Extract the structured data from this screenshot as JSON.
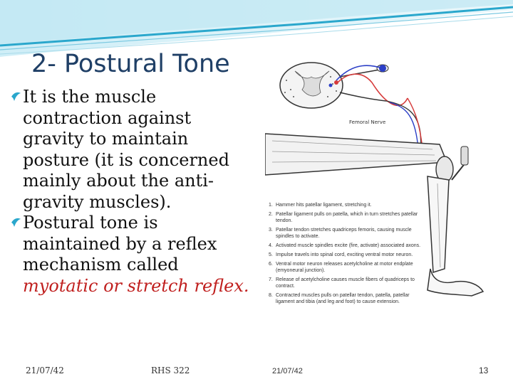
{
  "slide": {
    "title": "2- Postural Tone",
    "paragraph1": "It is the muscle contraction against gravity to maintain posture (it is concerned mainly about the anti-gravity muscles).",
    "paragraph2_plain": "Postural tone is maintained by a reflex mechanism called ",
    "paragraph2_highlight": "myotatic or stretch reflex."
  },
  "figure": {
    "nerve_label": "Femoral Nerve",
    "steps": [
      {
        "num": "1.",
        "text": "Hammer hits patellar ligament, stretching it."
      },
      {
        "num": "2.",
        "text": "Patellar ligament pulls on patella, which in turn stretches patellar tendon."
      },
      {
        "num": "3.",
        "text": "Patellar tendon stretches quadriceps femoris, causing muscle spindles to activate."
      },
      {
        "num": "4.",
        "text": "Activated muscle spindles excite (fire, activate) associated axons."
      },
      {
        "num": "5.",
        "text": "Impulse travels into spinal cord, exciting ventral motor neuron."
      },
      {
        "num": "6.",
        "text": "Ventral motor neuron releases acetylcholine at motor endplate (emyoneural junction)."
      },
      {
        "num": "7.",
        "text": "Release of acetylcholine causes muscle fibers of quadriceps to contract."
      },
      {
        "num": "8.",
        "text": "Contracted muscles pulls on patellar tendon, patella, patellar ligament and tibia (and leg and foot) to cause extension."
      }
    ]
  },
  "footer": {
    "date_left": "21/07/42",
    "course": "RHS 322",
    "date_right": "21/07/42",
    "page_number": "13"
  },
  "colors": {
    "title": "#1f3f66",
    "highlight": "#c0201f",
    "header_wave": "#2aa7cc",
    "sensory_path": "#d63a3a",
    "motor_path": "#2c3fc7"
  }
}
